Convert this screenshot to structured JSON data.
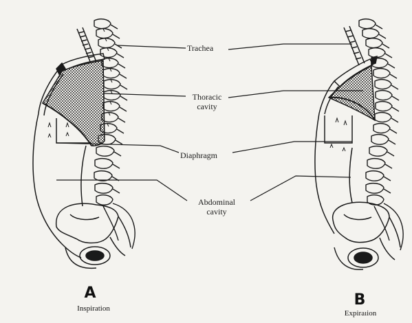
{
  "labels": {
    "trachea": "Trachea",
    "thoracic_1": "Thoracic",
    "thoracic_2": "cavity",
    "diaphragm": "Diaphragm",
    "abdominal_1": "Abdominal",
    "abdominal_2": "cavity"
  },
  "panels": {
    "a": {
      "letter": "A",
      "caption": "Inspiration"
    },
    "b": {
      "letter": "B",
      "caption": "Expiraıion"
    }
  },
  "colors": {
    "ink": "#1a1a1a",
    "paper": "#f4f3ef",
    "dots": "#2a2a2a"
  }
}
